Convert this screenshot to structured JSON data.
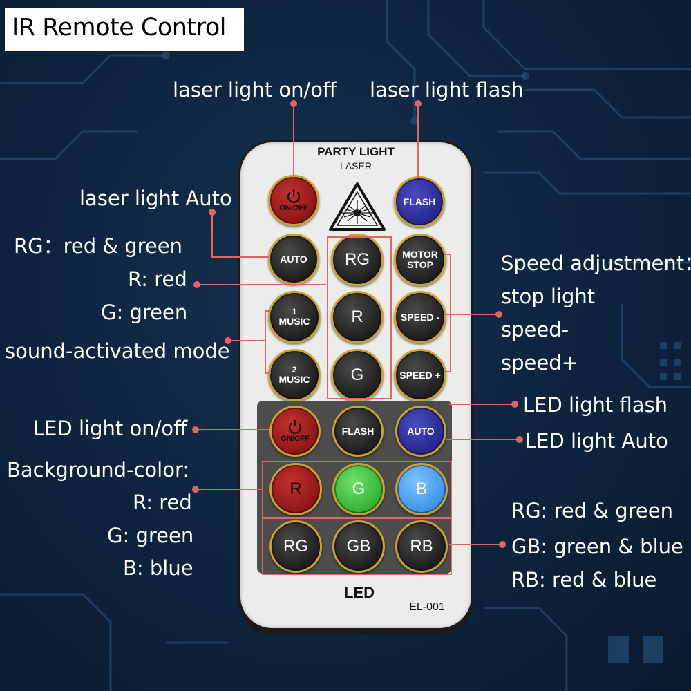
{
  "title": "IR Remote Control",
  "labels": {
    "laser_on_off": "laser light on/off",
    "laser_flash": "laser light flash",
    "laser_auto": "laser light Auto",
    "rg_red_green": "RG：red & green",
    "r_red": "R: red",
    "g_green": "G: green",
    "sound_mode": "sound-activated mode",
    "speed_adjust": "Speed adjustment：",
    "stop_light": "stop light",
    "speed_minus": "speed-",
    "speed_plus": "speed+",
    "led_flash": "LED light flash",
    "led_auto": "LED light Auto",
    "led_on_off": "LED light on/off",
    "bg_color": "Background-color:",
    "bg_r": "R: red",
    "bg_g": "G: green",
    "bg_b": "B: blue",
    "rg_combo": "RG: red & green",
    "gb_combo": "GB: green & blue",
    "rb_combo": "RB: red & blue"
  },
  "remote": {
    "header": "PARTY LIGHT",
    "subheader": "LASER",
    "footer": "LED",
    "model": "EL-001",
    "buttons": {
      "laser_onoff": "ON/OFF",
      "laser_flash": "FLASH",
      "auto": "AUTO",
      "rg": "RG",
      "motor_stop_1": "MOTOR",
      "motor_stop_2": "STOP",
      "music1_num": "1",
      "music1": "MUSIC",
      "r": "R",
      "speed_minus": "SPEED -",
      "music2_num": "2",
      "music2": "MUSIC",
      "g": "G",
      "speed_plus": "SPEED +",
      "led_onoff": "ON/OFF",
      "led_flash": "FLASH",
      "led_auto": "AUTO",
      "bg_r": "R",
      "bg_g": "G",
      "bg_b": "B",
      "combo_rg": "RG",
      "combo_gb": "GB",
      "combo_rb": "RB"
    }
  },
  "colors": {
    "background": "#0e2540",
    "leader_line": "#e06565",
    "button_ring": "#c9a233",
    "red_button": "#a82020",
    "blue_button": "#2f2fa0",
    "green_button": "#44c43f",
    "light_blue_button": "#4aa3f5"
  }
}
